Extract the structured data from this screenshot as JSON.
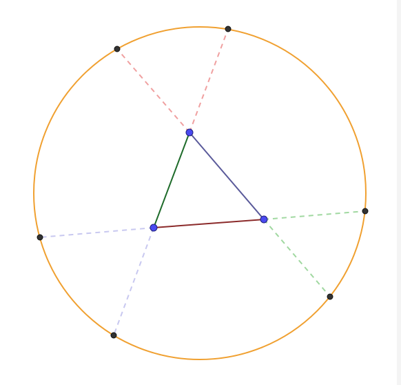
{
  "colors": {
    "circle": "#f0a030",
    "triangle_left_side": "#1e6b2a",
    "triangle_right_side": "#5a5a9a",
    "triangle_base": "#8b2a2a",
    "dash_top": "#f0a0a0",
    "dash_right": "#a0d8a0",
    "dash_left": "#c8c8f0",
    "vertex_fill": "#4a4af0",
    "vertex_stroke": "#20207a",
    "circle_point_fill": "#333333",
    "circle_point_stroke": "#111111"
  },
  "diagram": {
    "triangle": [
      "vertex-top",
      "vertex-left",
      "vertex-right"
    ],
    "dashed_groups": [
      {
        "from": "vertex-top",
        "to": [
          "circle-point-top-left",
          "circle-point-top-right"
        ],
        "color_key": "dash_top"
      },
      {
        "from": "vertex-right",
        "to": [
          "circle-point-right",
          "circle-point-bottom-right"
        ],
        "color_key": "dash_right"
      },
      {
        "from": "vertex-left",
        "to": [
          "circle-point-left",
          "circle-point-bottom-left"
        ],
        "color_key": "dash_left"
      }
    ]
  }
}
